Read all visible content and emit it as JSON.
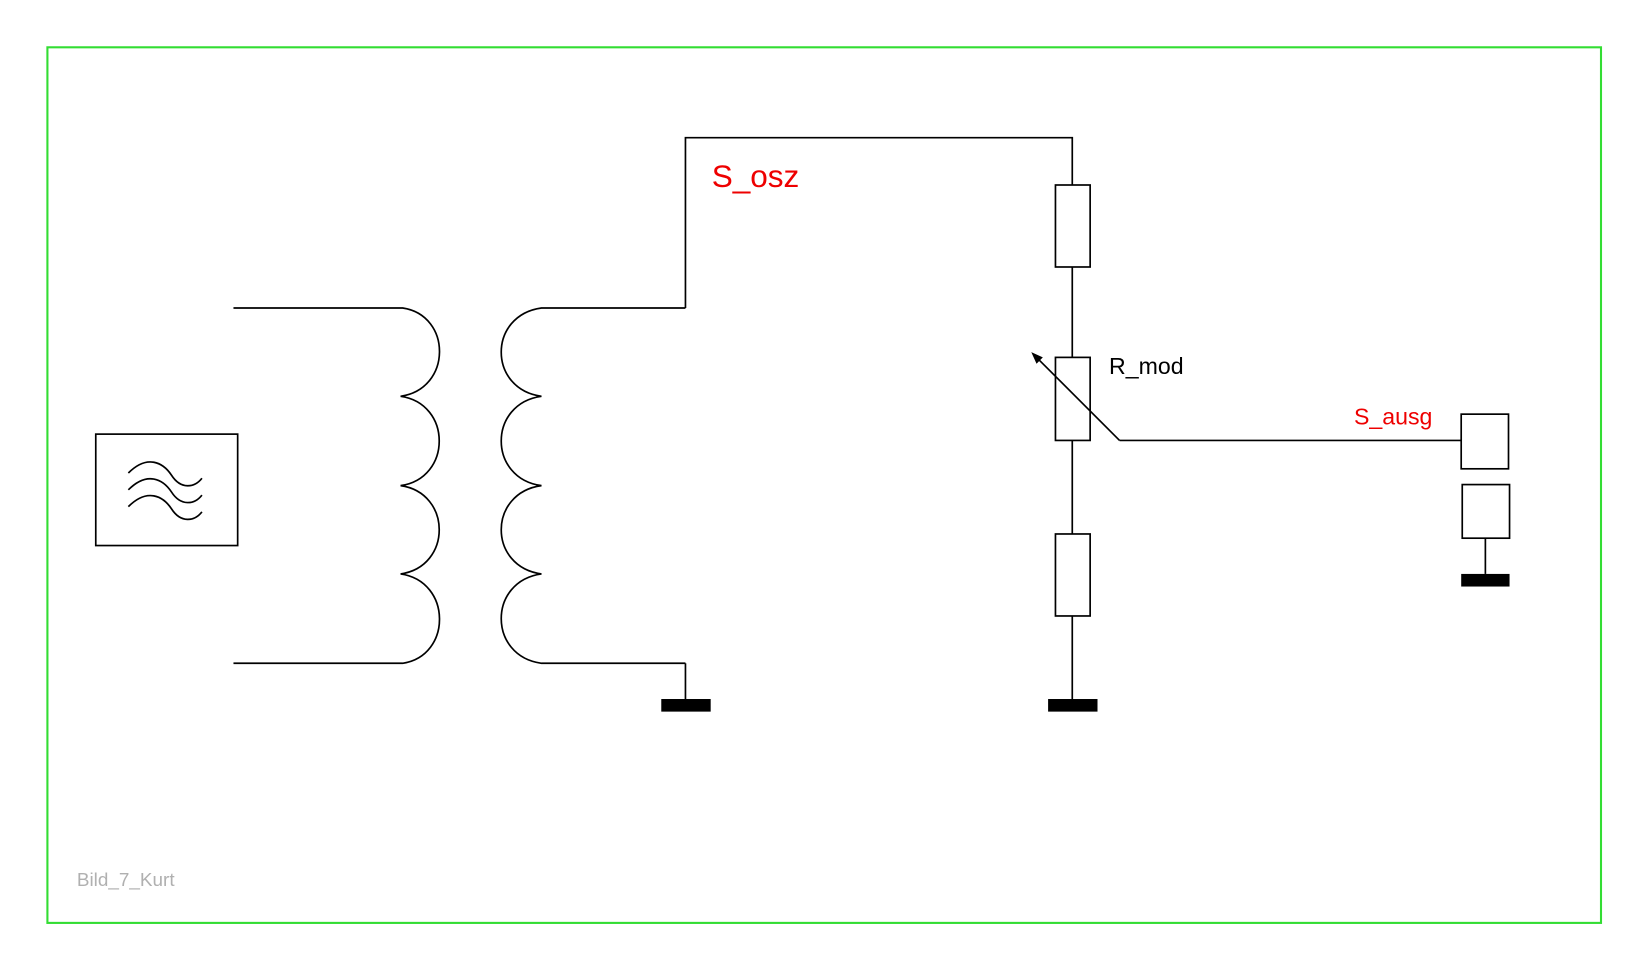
{
  "labels": {
    "s_osz": "S_osz",
    "r_mod": "R_mod",
    "s_ausg": "S_ausg",
    "caption": "Bild_7_Kurt"
  },
  "colors": {
    "frame": "#33dd33",
    "signal_label": "#ee0000",
    "caption": "#b0b0b0"
  }
}
